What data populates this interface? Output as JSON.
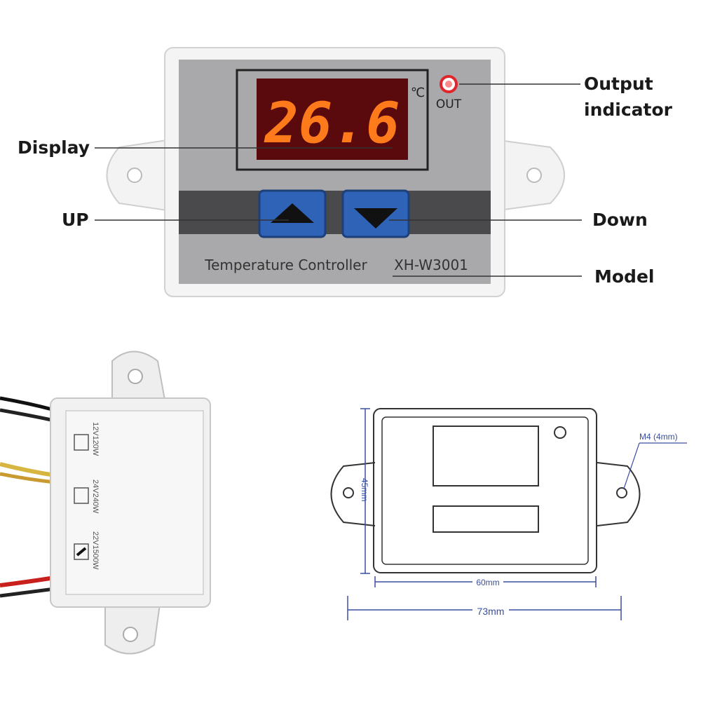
{
  "front": {
    "display_value": "26.6",
    "unit": "℃",
    "out_label": "OUT",
    "panel_label": "Temperature Controller",
    "model": "XH-W3001"
  },
  "callouts": {
    "output_line1": "Output",
    "output_line2": "indicator",
    "display": "Display",
    "up": "UP",
    "down": "Down",
    "model": "Model"
  },
  "back": {
    "ratings": [
      "12V120W",
      "24V240W",
      "22V1500W"
    ]
  },
  "dimensions": {
    "height": "45mm",
    "inner_width": "60mm",
    "total_width": "73mm",
    "hole": "M4 (4mm)"
  },
  "colors": {
    "led_digits": "#ff7a1a",
    "indicator": "#e0262b",
    "button": "#2f63b8",
    "dimension_lines": "#3a4fa0"
  },
  "icons": [
    "up-triangle-icon",
    "down-triangle-icon"
  ]
}
